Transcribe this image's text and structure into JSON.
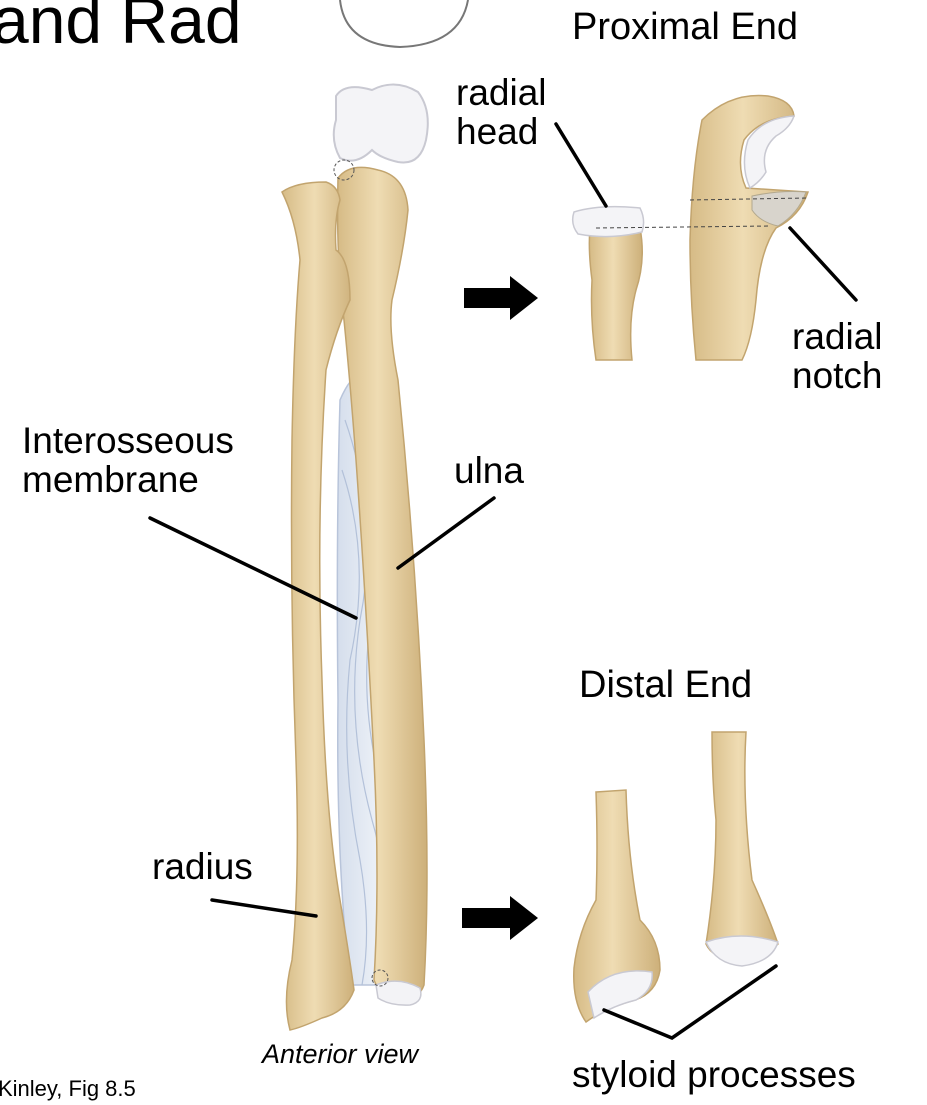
{
  "slide": {
    "title_fragment": "and Rad",
    "credit": "Kinley, Fig 8.5"
  },
  "labels": {
    "proximal_heading": "Proximal End",
    "distal_heading": "Distal End",
    "radial_head": [
      "radial",
      "head"
    ],
    "radial_notch": [
      "radial",
      "notch"
    ],
    "interosseous": [
      "Interosseous",
      "membrane"
    ],
    "ulna": "ulna",
    "radius": "radius",
    "anterior_view": "Anterior view",
    "styloid": "styloid processes"
  },
  "colors": {
    "bone": "#e8d3a6",
    "bone_shade": "#cfb27c",
    "cartilage": "#f3f3f6",
    "membrane": "#dfe7f2",
    "membrane_line": "#b9c6dc",
    "leader": "#000000"
  }
}
